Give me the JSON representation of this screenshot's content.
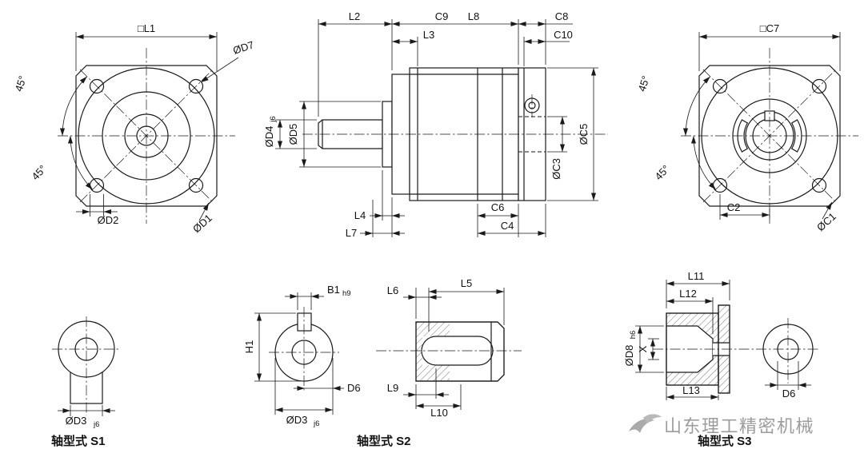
{
  "colors": {
    "line": "#1a1a1a",
    "watermark_gray": "#9c9c9c",
    "background": "#ffffff"
  },
  "views": {
    "front": {
      "L1": "□L1",
      "D7": "ØD7",
      "angle_top": "45°",
      "angle_bottom": "45°",
      "D2": "ØD2",
      "D1": "ØD1"
    },
    "section": {
      "L2": "L2",
      "C9": "C9",
      "L8": "L8",
      "C8": "C8",
      "L3": "L3",
      "C10": "C10",
      "D4": "ØD4",
      "D4_tol": "j6",
      "D5": "ØD5",
      "C3": "ØC3",
      "C5": "ØC5",
      "L4": "L4",
      "L7": "L7",
      "C6": "C6",
      "C4": "C4"
    },
    "rear": {
      "C7": "□C7",
      "angle_top": "45°",
      "angle_bottom": "45°",
      "C2": "C2",
      "C1": "ØC1"
    },
    "s1": {
      "D3": "ØD3",
      "D3_tol": "j6",
      "title": "轴型式 S1"
    },
    "s2": {
      "B1": "B1",
      "B1_tol": "h9",
      "H1": "H1",
      "D3": "ØD3",
      "D3_tol": "j6",
      "D6": "D6",
      "L6": "L6",
      "L5": "L5",
      "L9": "L9",
      "L10": "L10",
      "title": "轴型式 S2"
    },
    "s3": {
      "L11": "L11",
      "L12": "L12",
      "L13": "L13",
      "D8": "ØD8",
      "D8_tol": "h6",
      "X": "X",
      "D6": "D6",
      "title": "轴型式 S3"
    }
  },
  "watermark": {
    "text": "山东理工精密机械"
  }
}
